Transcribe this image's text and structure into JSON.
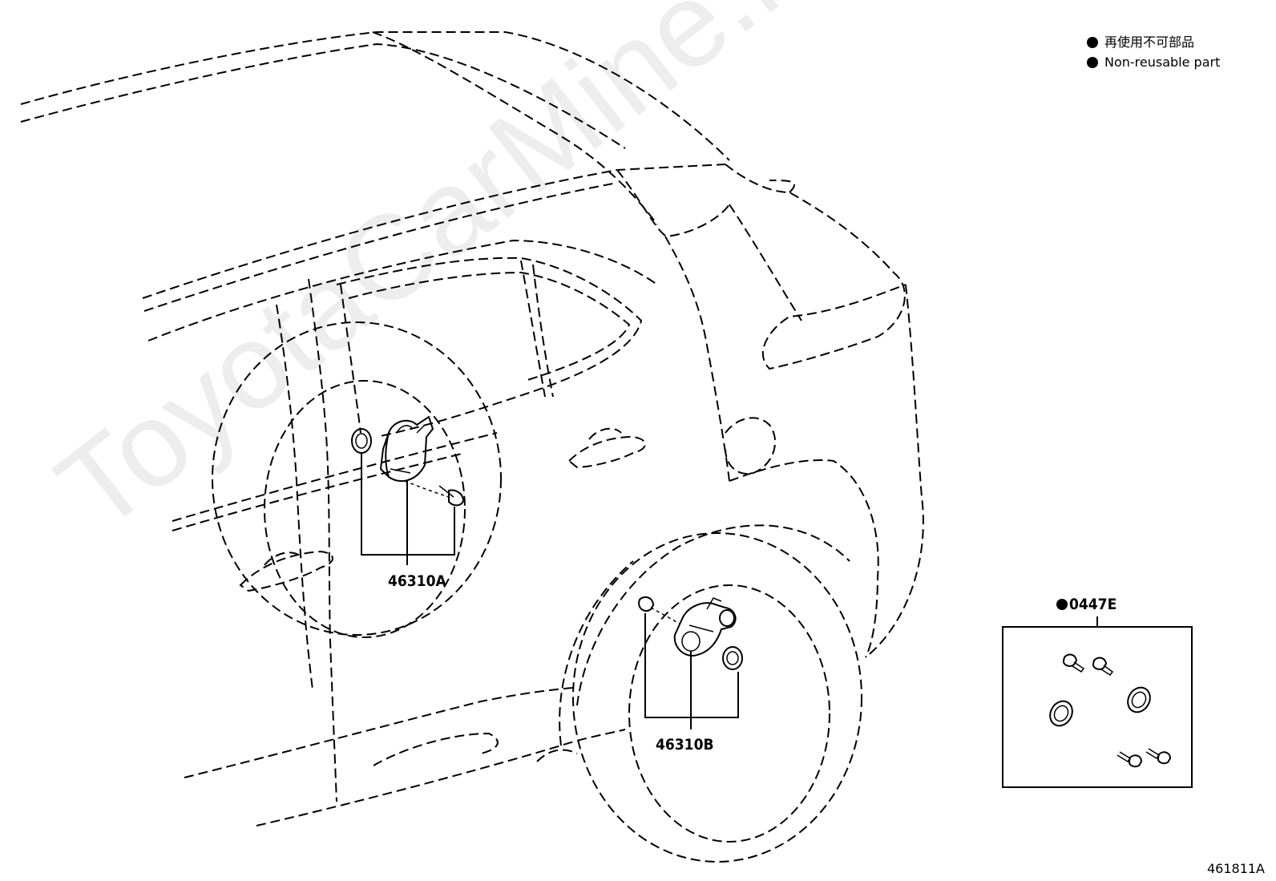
{
  "legend": {
    "items": [
      {
        "label_ja": "再使用不可部品"
      },
      {
        "label_en": "Non-reusable part"
      }
    ]
  },
  "parts": {
    "actuator_lh": "46310A",
    "actuator_rh": "46310B",
    "repair_kit": "0447E"
  },
  "figure_number": "461811A",
  "watermark": "ToyotaCarMine.ru"
}
